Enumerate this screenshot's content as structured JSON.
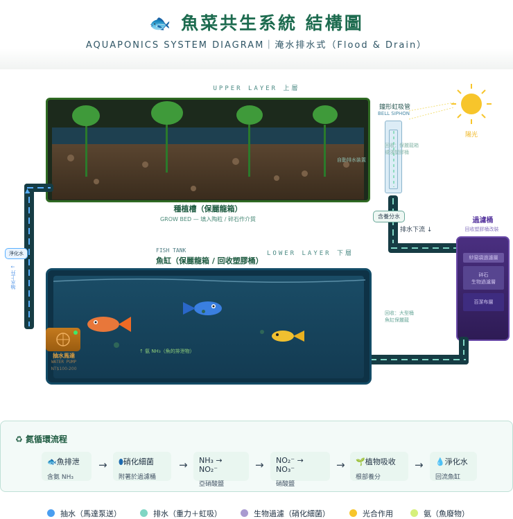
{
  "header": {
    "title_icon": "fish-icon",
    "title": "魚菜共生系統 結構圖",
    "subtitle": "AQUAPONICS SYSTEM DIAGRAM｜淹水排水式（Flood & Drain）"
  },
  "upper_layer": "UPPER  LAYER  上層",
  "lower_layer": "LOWER  LAYER  下層",
  "grow_bed": {
    "title": "種植槽（保麗龍箱）",
    "subtitle": "GROW BED — 填入陶粒 / 碎石作介質"
  },
  "siphon": {
    "title": "鐘形虹吸管",
    "subtitle": "BELL SIPHON",
    "note1": "回收：保麗龍箱",
    "note2": "或淺塑膠桶",
    "drain_note": "自動排水裝置"
  },
  "sun": {
    "label": "陽光",
    "color": "#f7c52b"
  },
  "drain": {
    "tag": "含養分水",
    "flow": "排水下流 ↓"
  },
  "filter": {
    "title": "過濾桶",
    "subtitle": "回收塑膠桶改裝",
    "layers": [
      "紗窗袋過濾層",
      "碎石",
      "生物過濾層",
      "百潔布層"
    ]
  },
  "fish_tank": {
    "en": "FISH TANK",
    "title": "魚缸（保麗龍箱 / 回收塑膠桶）",
    "note1": "回收：大型桶",
    "note2": "魚缸保麗龍",
    "ammonia": "↑ 氨 NH₃（魚的排泄物）"
  },
  "pump": {
    "title": "抽水馬達",
    "en": "WATER PUMP",
    "price": "NT$100-200"
  },
  "return": {
    "tag": "淨化水",
    "flow": "抽水上升 ↑"
  },
  "cycle": {
    "title": "氮循環流程",
    "steps": [
      {
        "icon": "fish-icon",
        "title": "魚排泄",
        "sub": "含氨 NH₃"
      },
      {
        "icon": "bacteria-icon",
        "title": "硝化細菌",
        "sub": "附著於過濾桶"
      },
      {
        "icon": "",
        "title": "NH₃ → NO₂⁻",
        "sub": "亞硝酸鹽"
      },
      {
        "icon": "",
        "title": "NO₂⁻ → NO₃⁻",
        "sub": "硝酸鹽"
      },
      {
        "icon": "sprout-icon",
        "title": "植物吸收",
        "sub": "根部養分"
      },
      {
        "icon": "droplet-icon",
        "title": "淨化水",
        "sub": "回流魚缸"
      }
    ],
    "arrow": "→"
  },
  "legend": [
    {
      "label": "抽水（馬達泵送）",
      "color": "#4a9ef0"
    },
    {
      "label": "排水（重力＋虹吸）",
      "color": "#7fd6c4"
    },
    {
      "label": "生物過濾（硝化細菌）",
      "color": "#a99ad0"
    },
    {
      "label": "光合作用",
      "color": "#f7c52b"
    },
    {
      "label": "氨（魚廢物）",
      "color": "#d6f07a"
    }
  ]
}
